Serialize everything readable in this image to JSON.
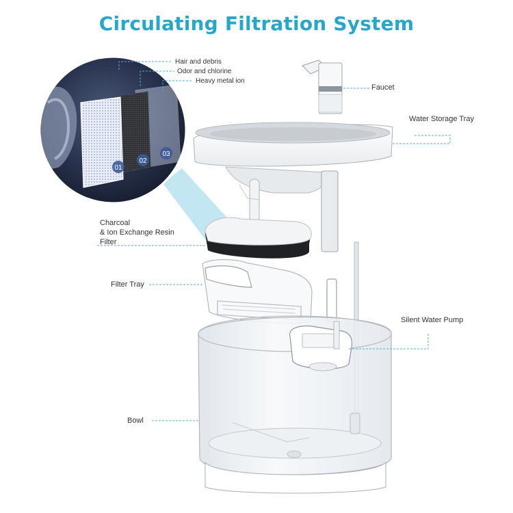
{
  "title": "Circulating Filtration System",
  "labels": {
    "hair_debris": "Hair and debris",
    "odor_chlorine": "Odor and chlorine",
    "heavy_metal": "Heavy metal ion",
    "faucet": "Faucet",
    "water_storage_tray": "Water Storage Tray",
    "charcoal_line1": "Charcoal",
    "charcoal_line2": "& Ion Exchange Resin",
    "charcoal_line3": "Filter",
    "filter_tray": "Filter Tray",
    "silent_pump": "Silent Water Pump",
    "bowl": "Bowl"
  },
  "layers": [
    "01",
    "02",
    "03"
  ],
  "colors": {
    "accent": "#2aa6c8",
    "leader": "#4aaed0",
    "magnifier_bg": "#1e2538"
  }
}
